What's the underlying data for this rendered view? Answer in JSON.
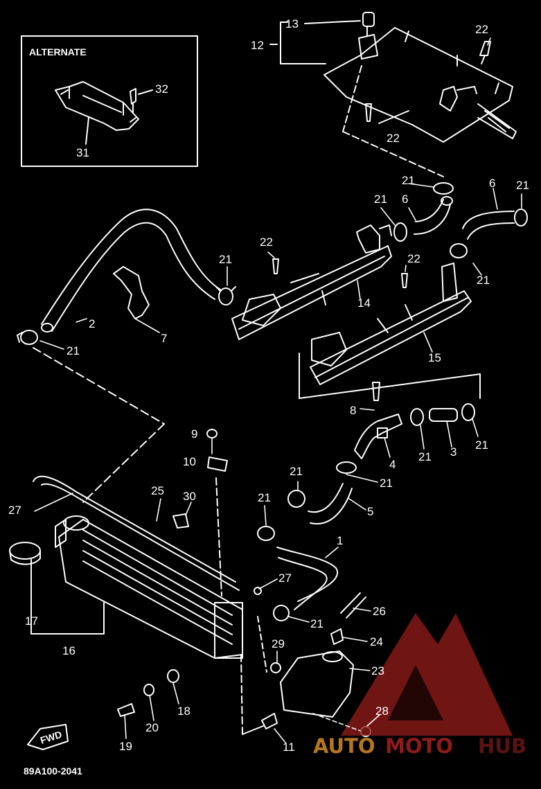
{
  "diagram": {
    "inset_title": "ALTERNATE",
    "drawing_code": "89A100-2041",
    "fwd_label": "FWD",
    "callouts": {
      "c13": "13",
      "c12": "12",
      "c22a": "22",
      "c22b": "22",
      "c22c": "22",
      "c22d": "22",
      "c21a": "21",
      "c21b": "21",
      "c21c": "21",
      "c21d": "21",
      "c21e": "21",
      "c21f": "21",
      "c21g": "21",
      "c21h": "21",
      "c21i": "21",
      "c21j": "21",
      "c21k": "21",
      "c21l": "21",
      "c6a": "6",
      "c6b": "6",
      "c2": "2",
      "c7": "7",
      "c14": "14",
      "c15": "15",
      "c8": "8",
      "c4": "4",
      "c3": "3",
      "c5": "5",
      "c1": "1",
      "c9": "9",
      "c10": "10",
      "c25": "25",
      "c30": "30",
      "c27a": "27",
      "c27b": "27",
      "c26": "26",
      "c24": "24",
      "c23": "23",
      "c29": "29",
      "c28": "28",
      "c17": "17",
      "c16": "16",
      "c18": "18",
      "c19": "19",
      "c20": "20",
      "c11": "11",
      "c31": "31",
      "c32": "32"
    }
  },
  "watermark": {
    "part1": "AUTO",
    "part2": "MOTO",
    "part3": "HUB",
    "color1": "#b5761f",
    "color2": "#8f1c1a",
    "color3": "#5a1312"
  }
}
